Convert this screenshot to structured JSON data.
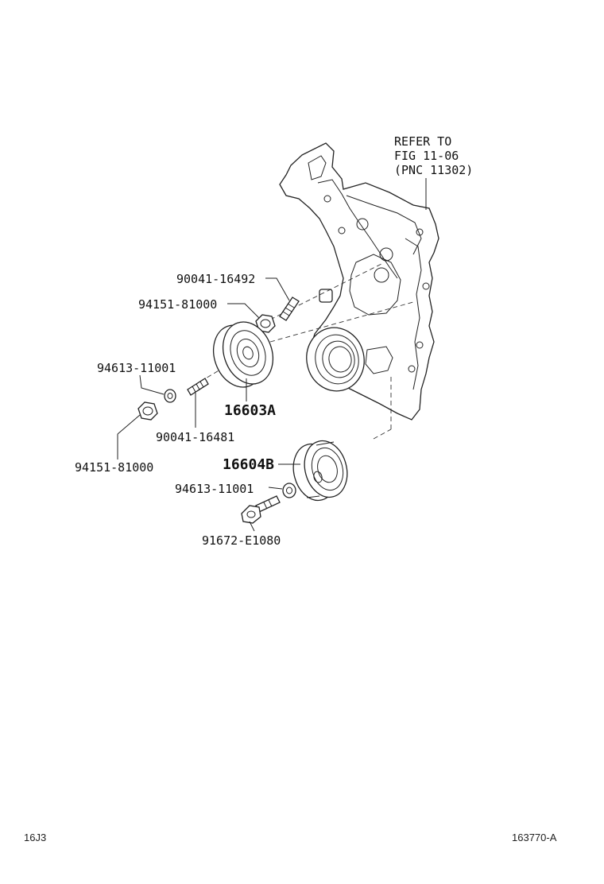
{
  "reference": {
    "line1": "REFER TO",
    "line2": "FIG 11-06",
    "line3": "(PNC 11302)"
  },
  "callouts": {
    "stud_upper": "90041-16492",
    "nut_upper": "94151-81000",
    "washer_left": "94613-11001",
    "stud_lower": "90041-16481",
    "nut_lower": "94151-81000",
    "idler_pulley_a": "16603A",
    "idler_pulley_b": "16604B",
    "washer_right": "94613-11001",
    "bolt": "91672-E1080"
  },
  "footer": {
    "left_code": "16J3",
    "right_code": "163770-A"
  }
}
